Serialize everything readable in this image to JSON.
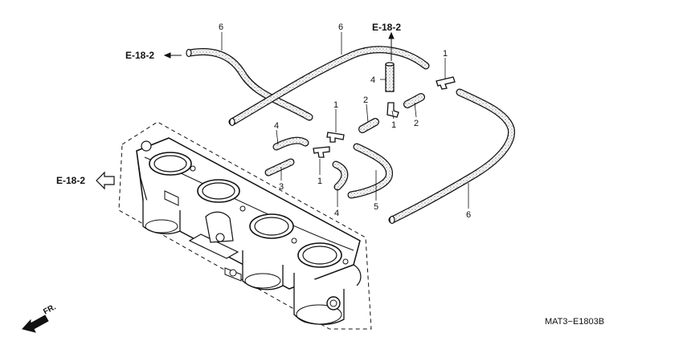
{
  "refs": {
    "left_top": "E-18-2",
    "top_center": "E-18-2",
    "left_mid": "E-18-2"
  },
  "labels": {
    "hose_6_left": "6",
    "hose_6_top": "6",
    "joint_1_right": "1",
    "tube_4_top": "4",
    "tube_2_mid": "2",
    "joint_1_mid": "1",
    "tube_2_right": "2",
    "joint_1_lower_right": "1",
    "tube_4_left": "4",
    "joint_1_lower_mid": "1",
    "tube_3": "3",
    "tube_4_bottom": "4",
    "tube_5": "5",
    "hose_6_right": "6"
  },
  "direction": "FR.",
  "diagram_code": "MAT3−E1803B"
}
